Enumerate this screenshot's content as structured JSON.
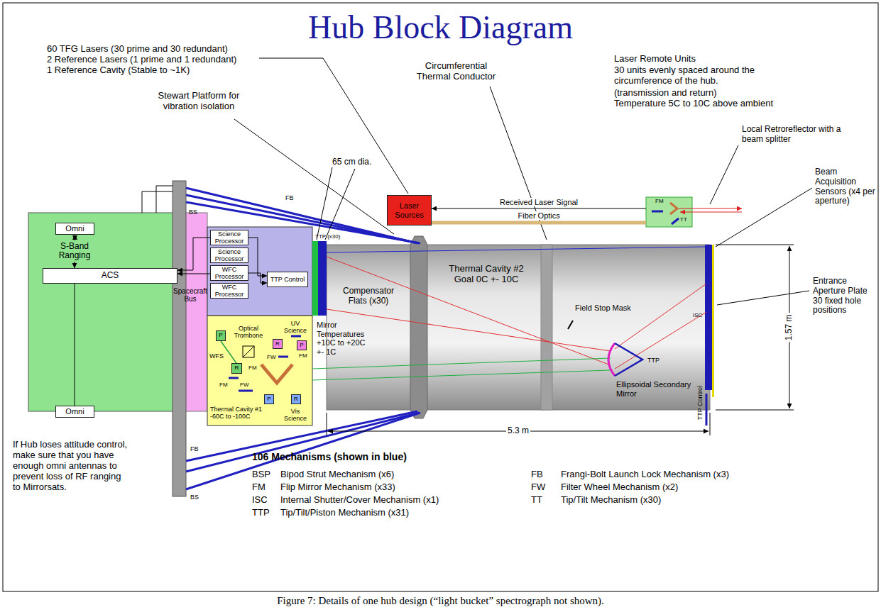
{
  "diagram": {
    "title": "Hub Block Diagram",
    "caption": "Figure 7: Details of one hub design (“light bucket” spectrograph not shown).",
    "nodes": [
      {
        "text": [
          "Omni"
        ]
      },
      {
        "text": [
          "S-Band Ranging"
        ]
      },
      {
        "text": [
          "ACS"
        ]
      },
      {
        "text": [
          "Omni"
        ]
      },
      {
        "text": [
          "Spacecraft Bus"
        ]
      },
      {
        "text": [
          "Science Processor"
        ]
      },
      {
        "text": [
          "Science Processor"
        ]
      },
      {
        "text": [
          "WFC Processor"
        ]
      },
      {
        "text": [
          "WFC Processor"
        ]
      },
      {
        "text": [
          "TTP Control"
        ]
      },
      {
        "text": [
          "Thermal Cavity #1 -60C to -100C"
        ]
      },
      {
        "text": [
          "P"
        ],
        "in": 10
      },
      {
        "text": [
          "R"
        ],
        "in": 10
      },
      {
        "text": [
          "R"
        ],
        "in": 10
      },
      {
        "text": [
          "P"
        ],
        "in": 10
      },
      {
        "text": [
          "P"
        ],
        "in": 10
      },
      {
        "text": [
          "R"
        ],
        "in": 10
      },
      {
        "text": [
          "Laser Sources"
        ]
      },
      {
        "text": [
          "FM",
          "TT"
        ]
      },
      {
        "text": [
          "Thermal Cavity #2 Goal 0C +- 10C"
        ]
      }
    ],
    "edges": [
      {
        "from": 0,
        "to": 1,
        "arrow": "both"
      },
      {
        "from": 1,
        "to": 2,
        "arrow": "to"
      },
      {
        "from": 2,
        "to": 3,
        "arrow": "none"
      },
      {
        "from": 7,
        "to": 2,
        "arrow": "to"
      },
      {
        "from": 5,
        "to": 2,
        "arrow": "to"
      },
      {
        "from": 5,
        "to": 9,
        "arrow": "to"
      },
      {
        "from": 7,
        "to": 9,
        "arrow": "to"
      },
      {
        "from": 18,
        "to": 17,
        "label": "Received Laser Signal",
        "arrow": "to"
      },
      {
        "from": 17,
        "to": 18,
        "label": "Fiber Optics",
        "arrow": "none"
      }
    ],
    "labels": [
      "60 TFG Lasers (30 prime and 30 redundant)",
      "2 Reference Lasers (1 prime and 1 redundant)",
      "1 Reference Cavity (Stable to ~1K)",
      "Stewart Platform for vibration isolation",
      "Circumferential Thermal Conductor",
      "Laser Remote Units",
      "30 units evenly spaced around the circumference of the hub.",
      "(transmission and return)",
      "Temperature 5C to 10C above ambient",
      "Local Retroreflector with a beam splitter",
      "65 cm dia.",
      "BS",
      "FB",
      "TTP (x30)",
      "Compensator Flats (x30)",
      "Mirror Temperatures +10C to +20C +- 1C",
      "Field Stop Mask",
      "Ellipsoidal Secondary Mirror",
      "TTP",
      "TTP Control",
      "ISC",
      "Beam Acquisition Sensors (x4 per aperture)",
      "Entrance Aperture Plate 30 fixed hole positions",
      "1.57 m",
      "5.3 m",
      "UV Science",
      "Optical Trombone",
      "FM",
      "FM",
      "FW",
      "FW",
      "FM",
      "WFS",
      "Vis Science",
      "FB",
      "BS",
      "If Hub loses attitude control, make sure that you have enough omni antennas to prevent loss of RF ranging to Mirrorsats.",
      "106 Mechanisms (shown in blue)",
      "BSP",
      "Bipod Strut Mechanism (x6)",
      "FM",
      "Flip Mirror Mechanism (x33)",
      "ISC",
      "Internal Shutter/Cover Mechanism (x1)",
      "TTP",
      "Tip/Tilt/Piston Mechanism (x31)",
      "FB",
      "Frangi-Bolt Launch Lock Mechanism (x3)",
      "FW",
      "Filter Wheel Mechanism (x2)",
      "TT",
      "Tip/Tilt Mechanism (x30)"
    ]
  }
}
